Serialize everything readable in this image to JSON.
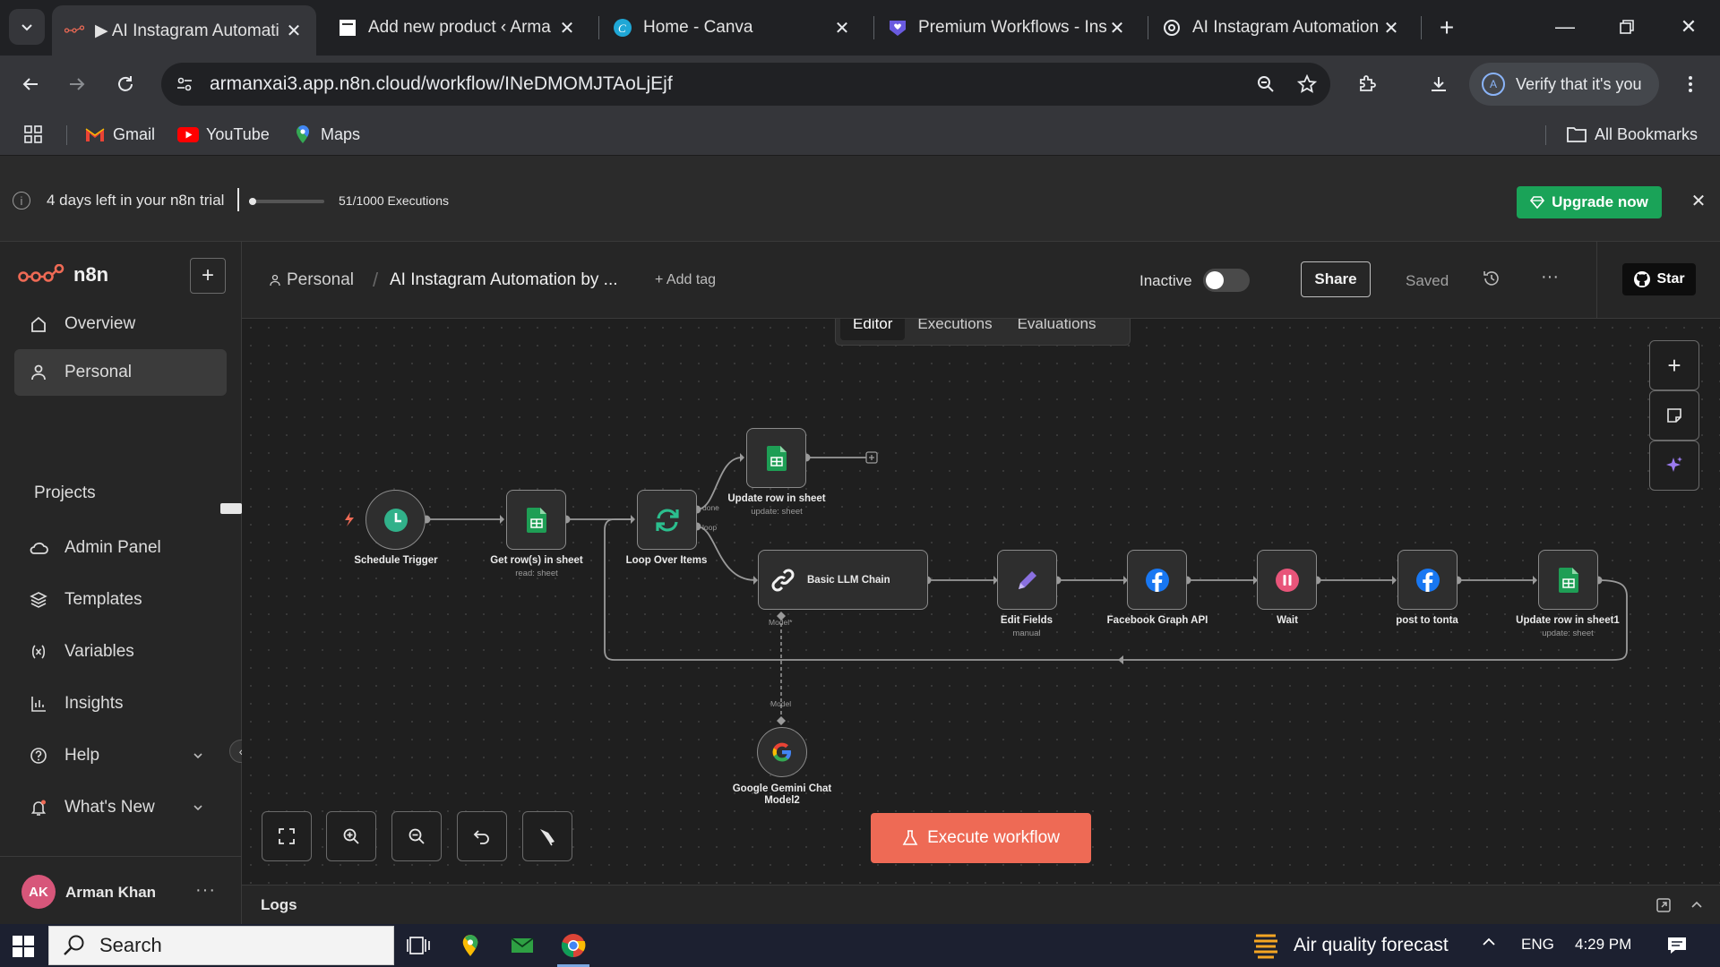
{
  "browser": {
    "tabs": [
      {
        "label": "▶ AI Instagram Automati",
        "active": true
      },
      {
        "label": "Add new product ‹ Arma",
        "active": false
      },
      {
        "label": "Home - Canva",
        "active": false
      },
      {
        "label": "Premium Workflows - Ins",
        "active": false
      },
      {
        "label": "AI Instagram Automation",
        "active": false
      }
    ],
    "url": "armanxai3.app.n8n.cloud/workflow/INeDMOMJTAoLjEjf",
    "verify_label": "Verify that it's you",
    "profile_initial": "A",
    "bookmarks": [
      "Gmail",
      "YouTube",
      "Maps"
    ],
    "all_bookmarks": "All Bookmarks"
  },
  "trial": {
    "days_left": "4 days left in your n8n trial",
    "executions": "51/1000 Executions",
    "executions_fraction": 0.051,
    "upgrade_label": "Upgrade now"
  },
  "sidebar": {
    "brand": "n8n",
    "items": [
      {
        "label": "Overview",
        "icon": "home-icon"
      },
      {
        "label": "Personal",
        "icon": "user-icon",
        "selected": true
      }
    ],
    "projects_label": "Projects",
    "lower_items": [
      {
        "label": "Admin Panel",
        "icon": "cloud-icon"
      },
      {
        "label": "Templates",
        "icon": "templates-icon"
      },
      {
        "label": "Variables",
        "icon": "variables-icon"
      },
      {
        "label": "Insights",
        "icon": "chart-icon"
      },
      {
        "label": "Help",
        "icon": "help-icon"
      },
      {
        "label": "What's New",
        "icon": "bell-icon"
      }
    ],
    "user": {
      "initials": "AK",
      "name": "Arman Khan"
    }
  },
  "header": {
    "crumb_project": "Personal",
    "workflow_name": "AI Instagram Automation by ...",
    "add_tag": "+ Add tag",
    "status_label": "Inactive",
    "share_label": "Share",
    "saved_label": "Saved",
    "star_label": "Star"
  },
  "canvas": {
    "tabs": [
      "Editor",
      "Executions",
      "Evaluations"
    ],
    "active_tab": "Editor",
    "execute_label": "Execute workflow",
    "nodes": {
      "schedule": {
        "label": "Schedule Trigger"
      },
      "getrows": {
        "label": "Get row(s) in sheet",
        "sub": "read: sheet"
      },
      "loop": {
        "label": "Loop Over Items",
        "done": "done",
        "loop": "loop"
      },
      "update_top": {
        "label": "Update row in sheet",
        "sub": "update: sheet"
      },
      "llm": {
        "label": "Basic LLM Chain",
        "model_port": "Model*"
      },
      "edit": {
        "label": "Edit Fields",
        "sub": "manual"
      },
      "fbgraph": {
        "label": "Facebook Graph API"
      },
      "wait": {
        "label": "Wait"
      },
      "post": {
        "label": "post to tonta"
      },
      "update_bottom": {
        "label": "Update row in sheet1",
        "sub": "update: sheet"
      },
      "gemini": {
        "label_line1": "Google Gemini Chat",
        "label_line2": "Model2",
        "port": "Model"
      }
    }
  },
  "logs": {
    "label": "Logs"
  },
  "taskbar": {
    "search_label": "Search",
    "weather": "Air quality forecast",
    "lang": "ENG",
    "time": "4:29 PM"
  },
  "colors": {
    "n8n_accent": "#ee6a55",
    "upgrade_green": "#1aa358",
    "sheets_green": "#1e9e55",
    "loop_green": "#2bbf8e",
    "edit_purple": "#8a70e0",
    "fb_blue": "#1877f2",
    "wait_pink": "#e8557a"
  }
}
